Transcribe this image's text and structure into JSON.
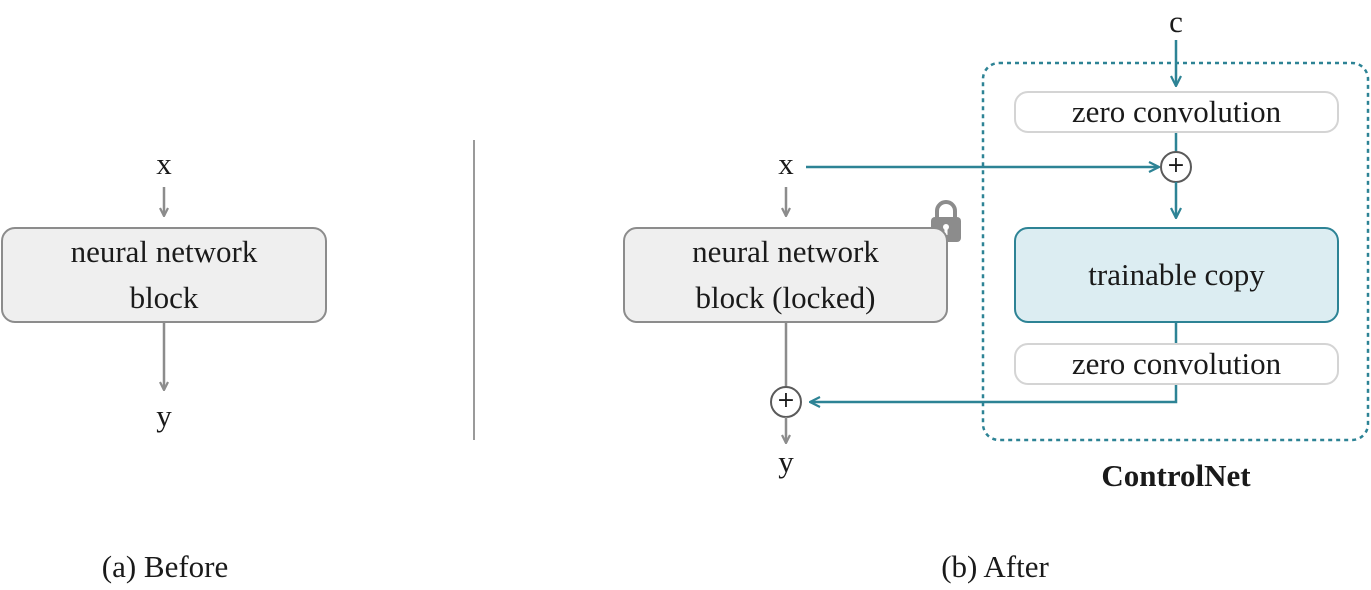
{
  "before": {
    "input": "x",
    "block": "neural network block",
    "output": "y",
    "caption": "(a) Before"
  },
  "after": {
    "input": "x",
    "block": "neural network block (locked)",
    "output": "y",
    "condition": "c",
    "zero_conv_top": "zero convolution",
    "trainable": "trainable copy",
    "zero_conv_bottom": "zero convolution",
    "group_title": "ControlNet",
    "plus_symbol": "+",
    "lock_icon": "lock-icon",
    "caption": "(b) After"
  },
  "colors": {
    "teal": "#2d8395",
    "gray_arrow": "#8c8c8c",
    "gray_fill": "#efefef",
    "teal_fill": "#dcedf2",
    "divider": "#9a9a9a"
  }
}
